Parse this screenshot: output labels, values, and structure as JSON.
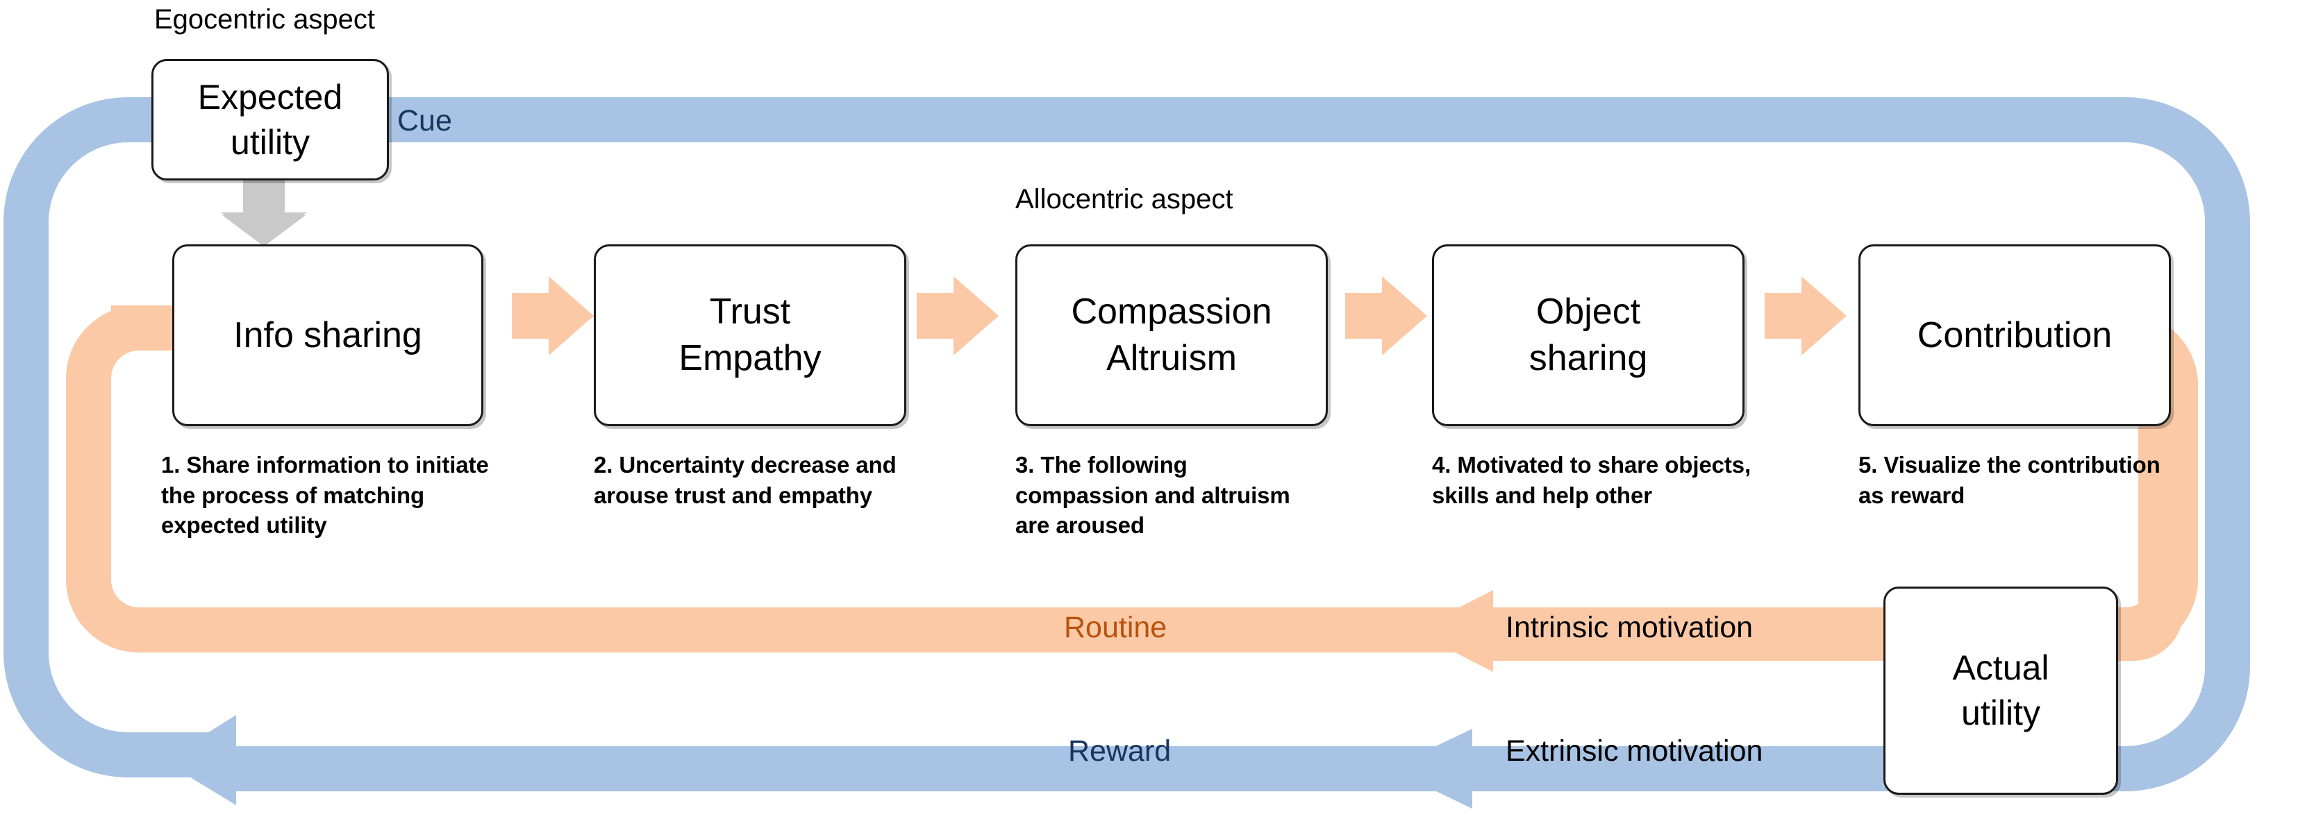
{
  "colors": {
    "blue_band": "#A8C3E4",
    "orange_band": "#FBC9A6",
    "gray_arrow": "#C9C9C9",
    "routine_text": "#B8520C",
    "reward_text": "#17365D",
    "cue_text": "#17365D",
    "box_border": "#1A1A1A",
    "background": "#FFFFFF"
  },
  "aspects": {
    "egocentric": "Egocentric aspect",
    "allocentric": "Allocentric aspect"
  },
  "utility_boxes": {
    "expected": {
      "line1": "Expected",
      "line2": "utility"
    },
    "actual": {
      "line1": "Actual",
      "line2": "utility"
    }
  },
  "stages": [
    {
      "index": 1,
      "title_line1": "Info sharing",
      "title_line2": "",
      "caption": "1. Share information to initiate the process of matching expected utility"
    },
    {
      "index": 2,
      "title_line1": "Trust",
      "title_line2": "Empathy",
      "caption": "2. Uncertainty decrease and arouse trust and empathy"
    },
    {
      "index": 3,
      "title_line1": "Compassion",
      "title_line2": "Altruism",
      "caption": "3. The following compassion and altruism are aroused"
    },
    {
      "index": 4,
      "title_line1": "Object",
      "title_line2": "sharing",
      "caption": "4. Motivated to share objects, skills and help other"
    },
    {
      "index": 5,
      "title_line1": "Contribution",
      "title_line2": "",
      "caption": "5. Visualize the contribution as reward"
    }
  ],
  "loops": {
    "outer": {
      "name": "Reward loop",
      "label_start": "Cue",
      "label_end": "Reward",
      "label_motivation": "Extrinsic motivation",
      "color": "#A8C3E4"
    },
    "inner": {
      "name": "Routine loop",
      "label_end": "Routine",
      "label_motivation": "Intrinsic motivation",
      "color": "#FBC9A6"
    }
  },
  "arrows": {
    "expected_utility_down": "gray-down-arrow",
    "between_stages": "orange-right-arrow"
  }
}
